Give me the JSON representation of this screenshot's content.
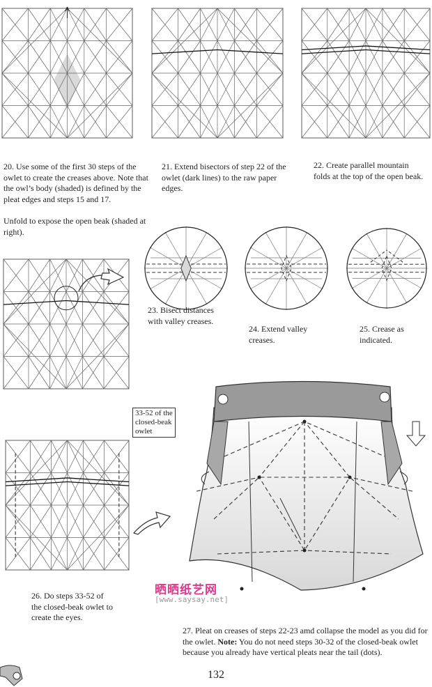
{
  "steps": {
    "s20": {
      "text": "20.  Use some of the first 30 steps of the owlet to create the creases above. Note that the owl’s body (shaded) is defined by the pleat edges and steps 15 and 17.",
      "unfold": "Unfold to expose the open beak (shaded at right)."
    },
    "s21": {
      "text": "21.  Extend bisectors of step 22 of the owlet (dark lines) to the raw paper edges."
    },
    "s22": {
      "text": "22.  Create parallel mountain folds at the top of the open beak."
    },
    "s23": {
      "text": "23.  Bisect distances with valley creases."
    },
    "s24": {
      "text": "24.  Extend valley creases."
    },
    "s25": {
      "text": "25.  Crease as indicated."
    },
    "s26": {
      "text": "26.  Do steps 33-52 of the closed-beak owlet to create the eyes.",
      "callout": "33-52 of the closed-beak owlet"
    },
    "s27": {
      "text": "27.  Pleat on creases of steps 22-23 amd collapse the model as you did for the owlet.",
      "note_label": "Note:",
      "note": "You do not need steps 30-32 of the closed-beak owlet because you already have vertical pleats near the tail (dots)."
    }
  },
  "watermark": {
    "name": "晒晒纸艺网",
    "url": "[www.saysay.net]"
  },
  "page_number": "132",
  "colors": {
    "shade": "#d9d9d9",
    "line": "#555555",
    "model_dark": "#8a8a8a",
    "watermark_pink": "#e0388e",
    "watermark_blue": "#3a64c8"
  }
}
